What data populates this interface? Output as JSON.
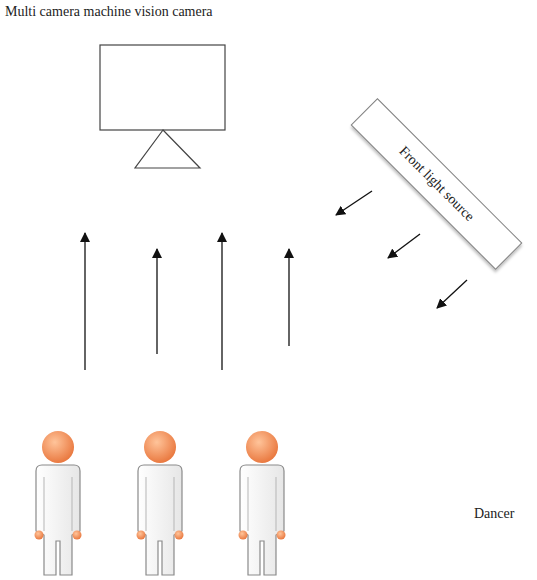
{
  "diagram": {
    "nodes": [
      {
        "text": [
          "Front light source"
        ]
      }
    ],
    "labels": [
      "Multi camera machine vision camera",
      "Dancer"
    ]
  }
}
